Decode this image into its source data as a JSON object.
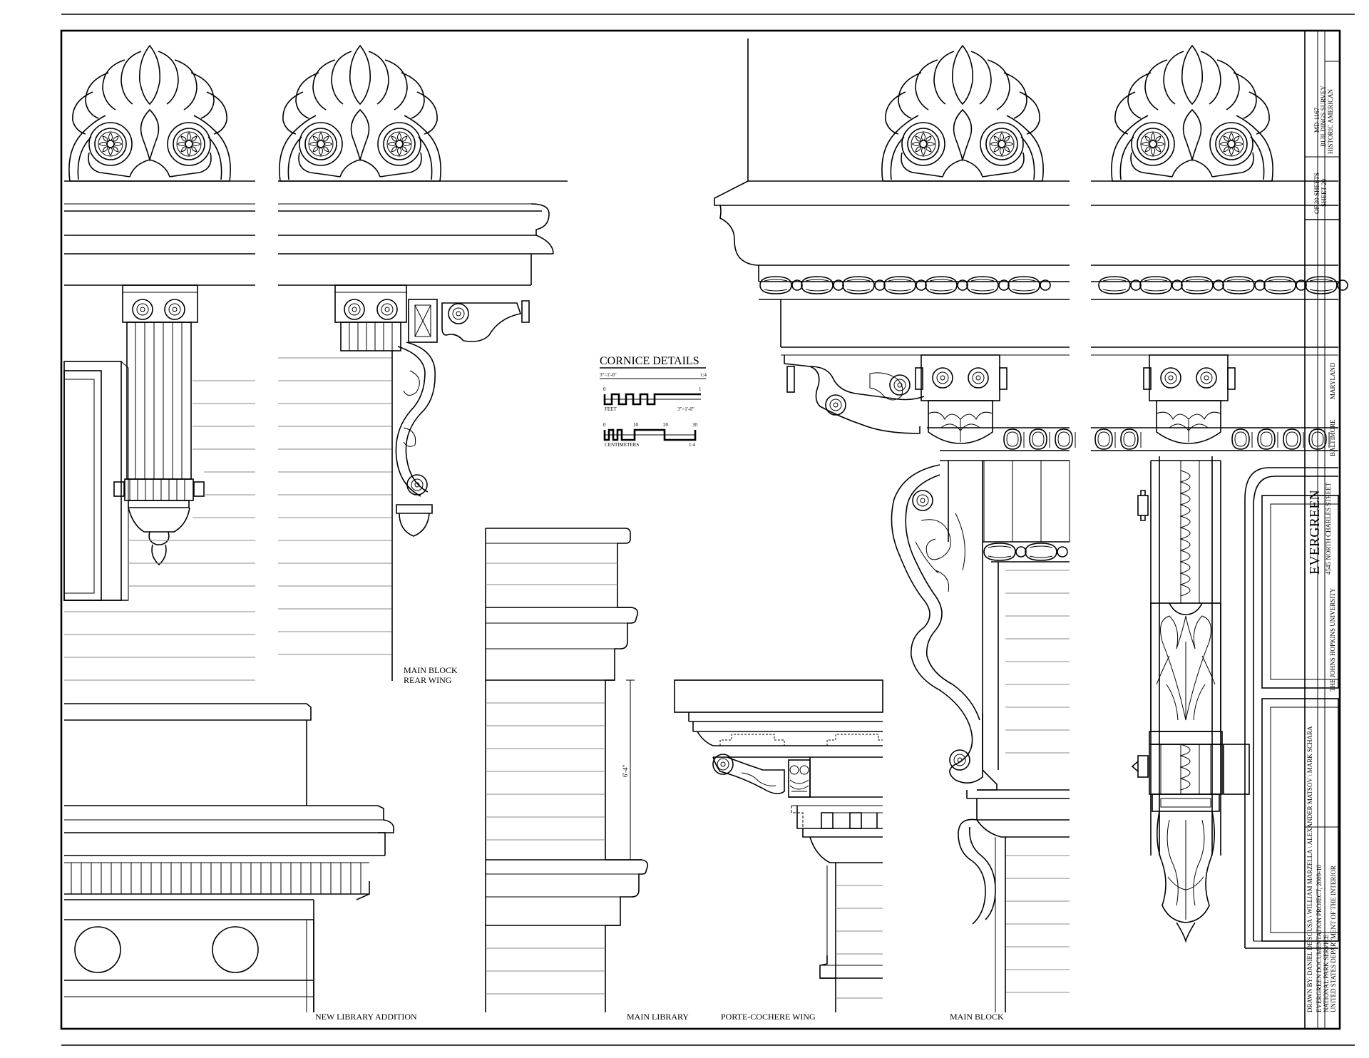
{
  "drawing": {
    "detail_title": "CORNICE DETAILS",
    "scale": {
      "ratio_left": "3\"=1'-0\"",
      "ratio_right": "1:4",
      "feet_label": "FEET",
      "feet_zero": "0",
      "feet_one": "1",
      "feet_scale_note": "3\"=1'-0\"",
      "cm_ticks": [
        "0",
        "10",
        "20",
        "30"
      ],
      "cm_label": "CENTIMETERS",
      "cm_ratio": "1:4"
    },
    "labels": {
      "main_block_rear_wing_1": "MAIN BLOCK",
      "main_block_rear_wing_2": "REAR WING",
      "new_library_addition": "NEW LIBRARY ADDITION",
      "main_library": "MAIN LIBRARY",
      "porte_cochere_wing": "PORTE-COCHERE WING",
      "main_block": "MAIN BLOCK",
      "dimension": "6'-4\""
    }
  },
  "title_block": {
    "haber_1": "HISTORIC AMERICAN",
    "haber_2": "BUILDINGS SURVEY",
    "haber_3": "MD-1167",
    "sheet_1": "SHEET 20",
    "sheet_2": "OF 30 SHEETS",
    "building_name": "EVERGREEN",
    "address": "4545 NORTH CHARLES STREET",
    "city": "BALTIMORE",
    "state": "MARYLAND",
    "owner": "THE JOHNS HOPKINS UNIVERSITY",
    "drawn_by": "DRAWN BY: DANIEL DE SOUSA \\ WILLIAM MARZELLA \\ ALEXANDER MATSOV \\ MARK SCHARA",
    "project": "EVERGREEN DOCUMENTATION PROJECT, 2009-10",
    "agency": "NATIONAL PARK SERVICE",
    "department": "UNITED STATES DEPARTMENT OF THE INTERIOR"
  }
}
